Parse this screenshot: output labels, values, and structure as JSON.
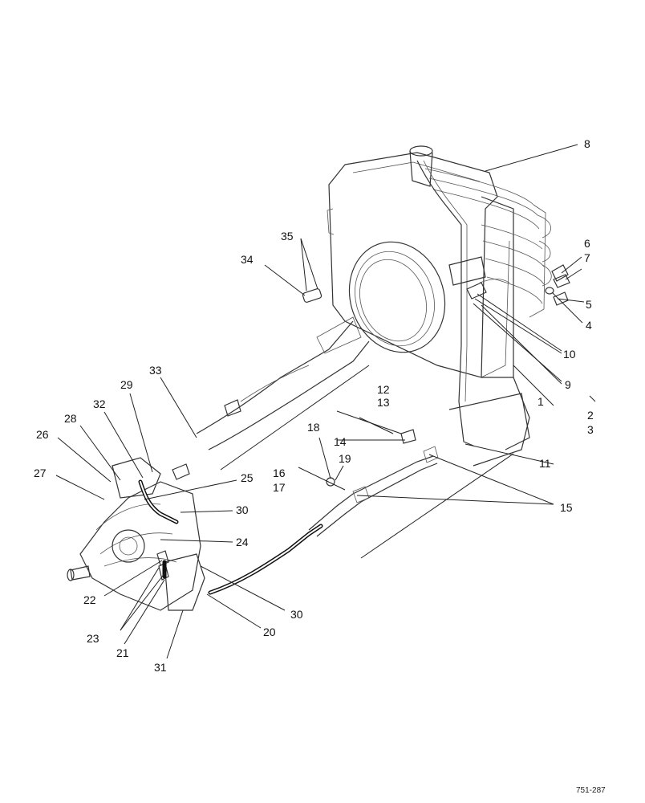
{
  "callouts": {
    "c1": "1",
    "c2": "2",
    "c3": "3",
    "c4": "4",
    "c5": "5",
    "c6": "6",
    "c7": "7",
    "c8": "8",
    "c9": "9",
    "c10": "10",
    "c11": "11",
    "c12": "12",
    "c13": "13",
    "c14": "14",
    "c15": "15",
    "c16": "16",
    "c17": "17",
    "c18": "18",
    "c19": "19",
    "c20": "20",
    "c21": "21",
    "c22": "22",
    "c23": "23",
    "c24": "24",
    "c25": "25",
    "c26": "26",
    "c27": "27",
    "c28": "28",
    "c29": "29",
    "c30a": "30",
    "c30b": "30",
    "c31": "31",
    "c32": "32",
    "c33": "33",
    "c34": "34",
    "c35": "35"
  },
  "drawing_code": "751-287"
}
